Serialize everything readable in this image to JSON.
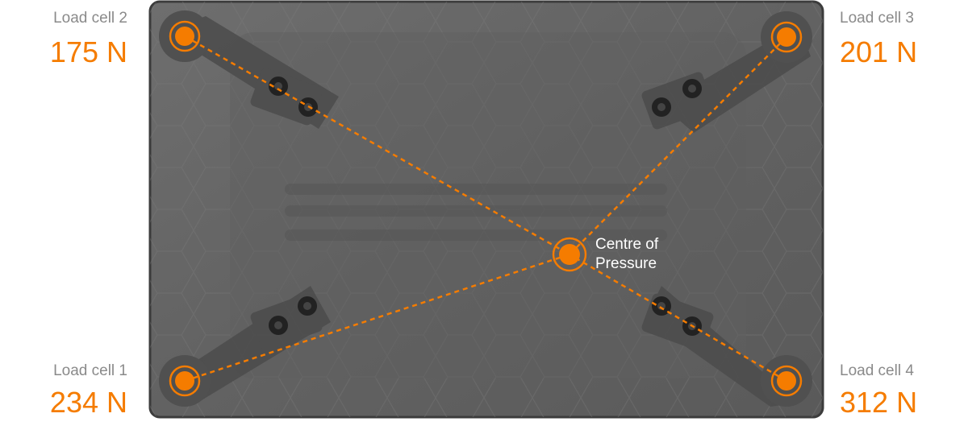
{
  "load_cells": [
    {
      "name": "Load cell 1",
      "value": "234 N"
    },
    {
      "name": "Load cell 2",
      "value": "175 N"
    },
    {
      "name": "Load cell 3",
      "value": "201 N"
    },
    {
      "name": "Load cell 4",
      "value": "312 N"
    }
  ],
  "centre_of_pressure": {
    "line1": "Centre of",
    "line2": "Pressure"
  },
  "colors": {
    "accent": "#f57c00",
    "label": "#8a8a8a",
    "plate": "#6a6a6a"
  }
}
